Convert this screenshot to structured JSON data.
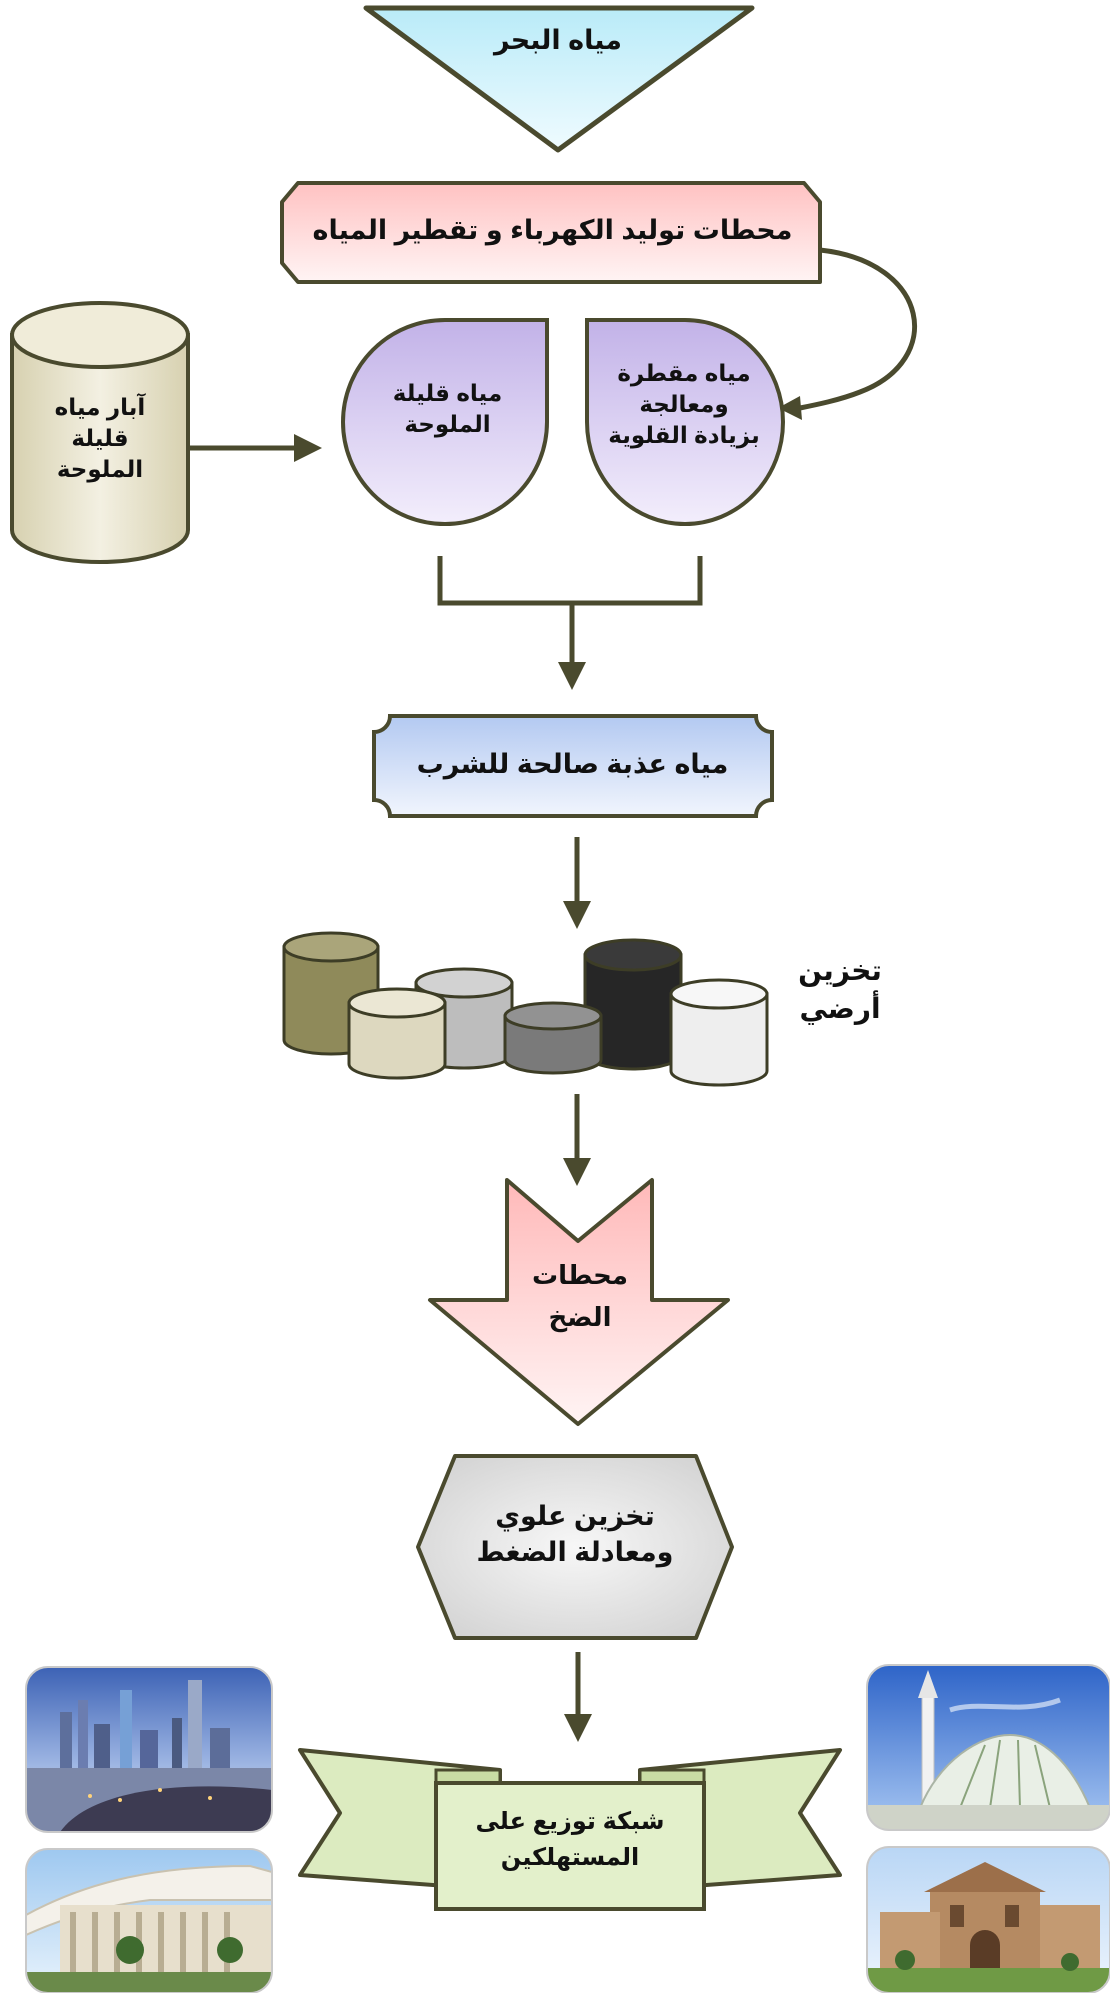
{
  "nodes": {
    "sea_water": "مياه البحر",
    "power_desal_plants": "محطات توليد الكهرباء و تقطير المياه",
    "brackish_wells": [
      "آبار مياه",
      "قليلة",
      "الملوحة"
    ],
    "brackish_water": [
      "مياه قليلة",
      "الملوحة"
    ],
    "distilled_water": [
      "مياه مقطرة",
      "ومعالجة",
      "بزيادة القلوية"
    ],
    "potable_water": "مياه عذبة صالحة للشرب",
    "ground_storage": [
      "تخزين",
      "أرضي"
    ],
    "pumping_stations": [
      "محطات",
      "الضخ"
    ],
    "elevated_storage": [
      "تخزين علوي",
      "ومعادلة الضغط"
    ],
    "distribution_network": [
      "شبكة توزيع على",
      "المستهلكين"
    ]
  },
  "colors": {
    "stroke": "#4a4a2e",
    "arrow": "#4a4a2e",
    "sea_water_fill": [
      "#c7eff9",
      "#eafaff"
    ],
    "plants_fill": [
      "#ffd0d0",
      "#fff1f1"
    ],
    "wells_fill": [
      "#e4dfc2",
      "#f6f3e6"
    ],
    "purple_fill": [
      "#c7b8ea",
      "#f1ecfb"
    ],
    "potable_fill": [
      "#bcd0f3",
      "#eef3fd"
    ],
    "pump_fill": [
      "#ffc7c7",
      "#fff1f1"
    ],
    "elevated_fill": [
      "#d9d9d9",
      "#f5f5f5"
    ],
    "distribution_fill": "#dcebc0"
  },
  "storage_tank_colors": [
    "#8f8a5a",
    "#ddd8bf",
    "#bdbdbd",
    "#7a7a7a",
    "#262626",
    "#eeeeee"
  ],
  "photo_icons": [
    "city-skyline-photo-icon",
    "parliament-building-photo-icon",
    "mosque-photo-icon",
    "villa-photo-icon"
  ]
}
